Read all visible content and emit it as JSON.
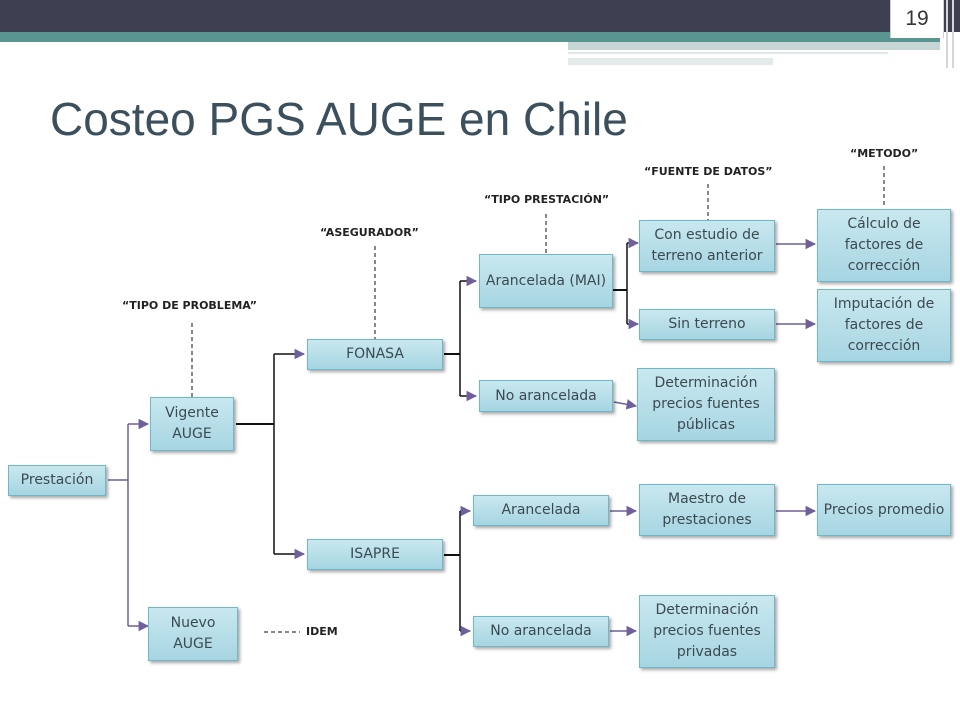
{
  "slide": {
    "title": "Costeo PGS AUGE en Chile",
    "page_number": "19"
  },
  "categories": {
    "tipo_problema": "“TIPO DE PROBLEMA”",
    "asegurador": "“ASEGURADOR”",
    "tipo_prestacion": "“TIPO PRESTACIÓN”",
    "fuente_datos": "“FUENTE DE DATOS”",
    "metodo": "“METODO”",
    "idem": "IDEM"
  },
  "nodes": {
    "prestacion": "Prestación",
    "vigente_auge": "Vigente AUGE",
    "nuevo_auge": "Nuevo AUGE",
    "fonasa": "FONASA",
    "isapre": "ISAPRE",
    "arancelada_mai": "Arancelada (MAI)",
    "no_arancelada_fonasa": "No arancelada",
    "arancelada_isapre": "Arancelada",
    "no_arancelada_isapre": "No arancelada",
    "con_estudio": "Con estudio de terreno anterior",
    "sin_terreno": "Sin terreno",
    "det_publicas": "Determinación precios fuentes públicas",
    "maestro": "Maestro de prestaciones",
    "det_privadas": "Determinación precios fuentes privadas",
    "calculo": "Cálculo de factores de corrección",
    "imputacion": "Imputación de factores de corrección",
    "precios_promedio": "Precios promedio"
  },
  "colors": {
    "header_bar": "#3f3f52",
    "accent_band": "#5a9590",
    "title_text": "#3b4f5c",
    "node_fill_top": "#c9e8ef",
    "node_fill_bottom": "#a6d5e2",
    "node_border": "#6fb7c9",
    "arrow": "#6f5f9a",
    "connector": "#111111"
  }
}
